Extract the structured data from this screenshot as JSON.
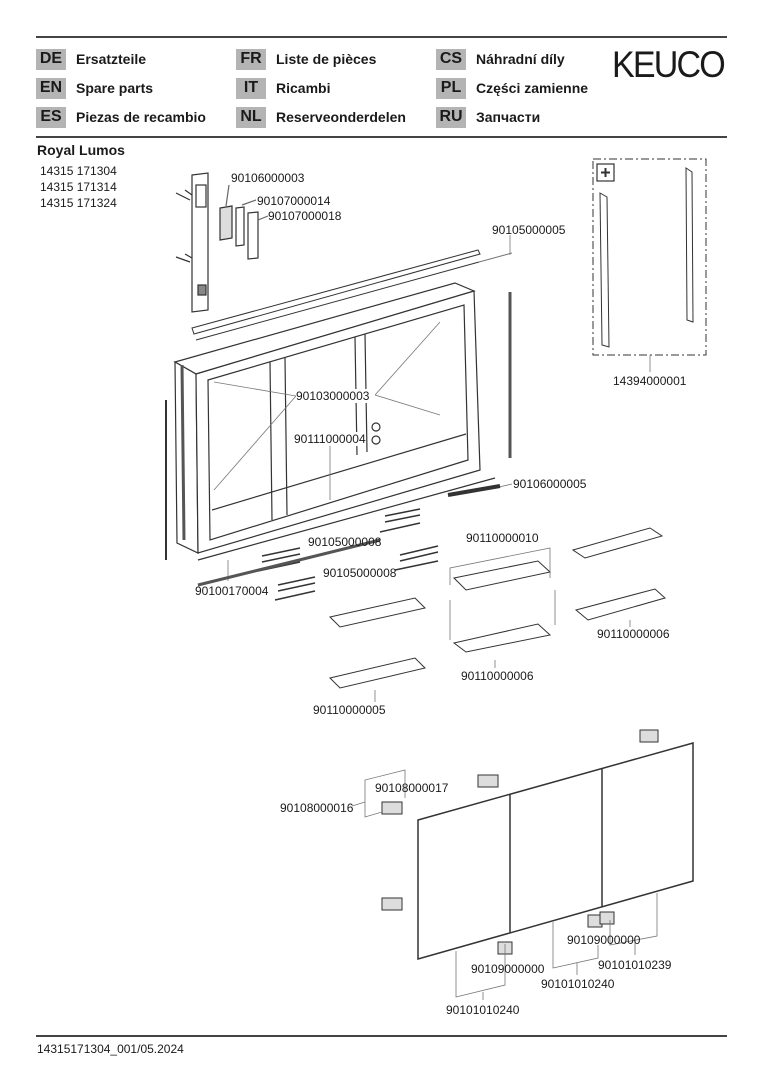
{
  "header": {
    "brand": "KEUCO",
    "languages": [
      {
        "code": "DE",
        "label": "Ersatzteile"
      },
      {
        "code": "EN",
        "label": "Spare parts"
      },
      {
        "code": "ES",
        "label": "Piezas de recambio"
      },
      {
        "code": "FR",
        "label": "Liste de pièces"
      },
      {
        "code": "IT",
        "label": "Ricambi"
      },
      {
        "code": "NL",
        "label": "Reserveonderdelen"
      },
      {
        "code": "CS",
        "label": "Náhradní díly"
      },
      {
        "code": "PL",
        "label": "Części zamienne"
      },
      {
        "code": "RU",
        "label": "Запчасти"
      }
    ]
  },
  "product": {
    "name": "Royal Lumos",
    "models": [
      "14315 171304",
      "14315 171314",
      "14315 171324"
    ]
  },
  "parts": [
    "90106000003",
    "90107000014",
    "90107000018",
    "90105000005",
    "14394000001",
    "90103000003",
    "90111000004",
    "90106000005",
    "90110000010",
    "90105000008",
    "90105000008",
    "90100170004",
    "90110000006",
    "90110000006",
    "90110000005",
    "90108000017",
    "90108000016",
    "90109000000",
    "90109000000",
    "90101010239",
    "90101010240",
    "90101010240"
  ],
  "footer": {
    "doc_id": "14315171304_001/05.2024"
  }
}
